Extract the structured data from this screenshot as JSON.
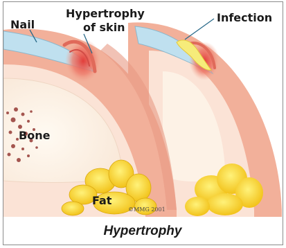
{
  "labels": {
    "nail": "Nail",
    "hypertrophy_line1": "Hypertrophy",
    "hypertrophy_line2": "of skin",
    "infection": "Infection",
    "bone": "Bone",
    "fat": "Fat"
  },
  "copyright": "©MMG 2001",
  "caption": "Hypertrophy",
  "colors": {
    "skin": "#f2b09a",
    "skin_light": "#fbe3d6",
    "bone_region": "#fdf2e6",
    "nail": "#bfe0ef",
    "inflamed": "#e4504a",
    "fat": "#f7d42a",
    "pus": "#f6ec7a",
    "bone_marrow": "#a4554f",
    "background": "#ffffff",
    "border": "#8a8a8a"
  }
}
